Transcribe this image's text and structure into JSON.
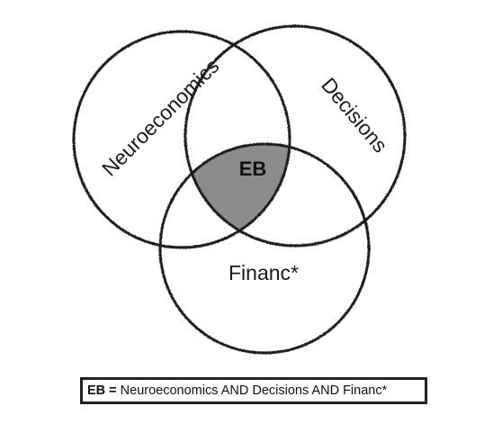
{
  "venn": {
    "sets": [
      {
        "id": "neuro",
        "label": "Neuroeconomics"
      },
      {
        "id": "decisions",
        "label": "Decisions"
      },
      {
        "id": "financ",
        "label": "Financ*"
      }
    ],
    "intersection_label": "EB",
    "intersection_color": "#8c8c8c",
    "stroke_color": "#1a1a1a"
  },
  "legend": {
    "key": "EB =",
    "text": "Neuroeconomics AND Decisions AND Financ*"
  }
}
